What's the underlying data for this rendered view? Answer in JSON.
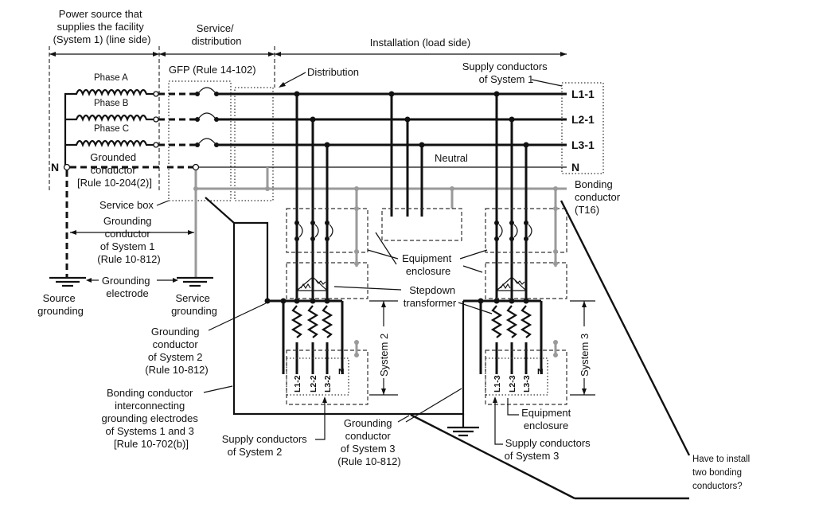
{
  "labels": {
    "power_source": [
      "Power source that",
      "supplies the facility",
      "(System 1) (line side)"
    ],
    "service_distribution": [
      "Service/",
      "distribution"
    ],
    "installation": "Installation (load side)",
    "gfp": "GFP (Rule 14-102)",
    "distribution": "Distribution",
    "supply_conductors_sys1": [
      "Supply conductors",
      "of System 1"
    ],
    "phase_a": "Phase A",
    "phase_b": "Phase B",
    "phase_c": "Phase C",
    "grounded_conductor": [
      "Grounded",
      "conductor",
      "[Rule 10-204(2)]"
    ],
    "n_left": "N",
    "neutral": "Neutral",
    "service_box": "Service box",
    "grounding_conductor_sys1": [
      "Grounding",
      "conductor",
      "of System 1",
      "(Rule 10-812)"
    ],
    "grounding_electrode": [
      "Grounding",
      "electrode"
    ],
    "source_grounding": [
      "Source",
      "grounding"
    ],
    "service_grounding": [
      "Service",
      "grounding"
    ],
    "equipment_enclosure": [
      "Equipment",
      "enclosure"
    ],
    "stepdown_transformer": [
      "Stepdown",
      "transformer"
    ],
    "grounding_conductor_sys2": [
      "Grounding",
      "conductor",
      "of System 2",
      "(Rule 10-812)"
    ],
    "bonding_interconnecting": [
      "Bonding conductor",
      "interconnecting",
      "grounding electrodes",
      "of Systems 1 and 3",
      "[Rule 10-702(b)]"
    ],
    "supply_conductors_sys2": [
      "Supply conductors",
      "of System 2"
    ],
    "grounding_conductor_sys3": [
      "Grounding",
      "conductor",
      "of System 3",
      "(Rule 10-812)"
    ],
    "equipment_enclosure_2": [
      "Equipment",
      "enclosure"
    ],
    "supply_conductors_sys3": [
      "Supply conductors",
      "of System 3"
    ],
    "bonding_conductor": [
      "Bonding",
      "conductor",
      "(T16)"
    ],
    "system2": "System 2",
    "system3": "System 3",
    "question": [
      "Have to install",
      "two bonding",
      "conductors?"
    ]
  },
  "buses": [
    "L1-1",
    "L2-1",
    "L3-1",
    "N"
  ],
  "sys2_terminals": [
    "L1-2",
    "L2-2",
    "L3-2",
    "N"
  ],
  "sys3_terminals": [
    "L1-3",
    "L2-3",
    "L3-3",
    "N"
  ],
  "colors": {
    "line": "#111111",
    "bonding": "#9a9a9a"
  }
}
